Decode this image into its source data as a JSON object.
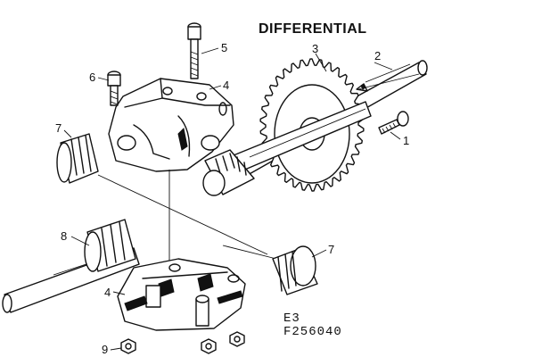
{
  "title": "DIFFERENTIAL",
  "code_lines": [
    "E3",
    "F256040"
  ],
  "callouts": {
    "c1": "1",
    "c2": "2",
    "c3": "3",
    "c4_top": "4",
    "c4_bottom": "4",
    "c5": "5",
    "c6": "6",
    "c7_left": "7",
    "c7_right": "7",
    "c8": "8",
    "c9": "9"
  }
}
